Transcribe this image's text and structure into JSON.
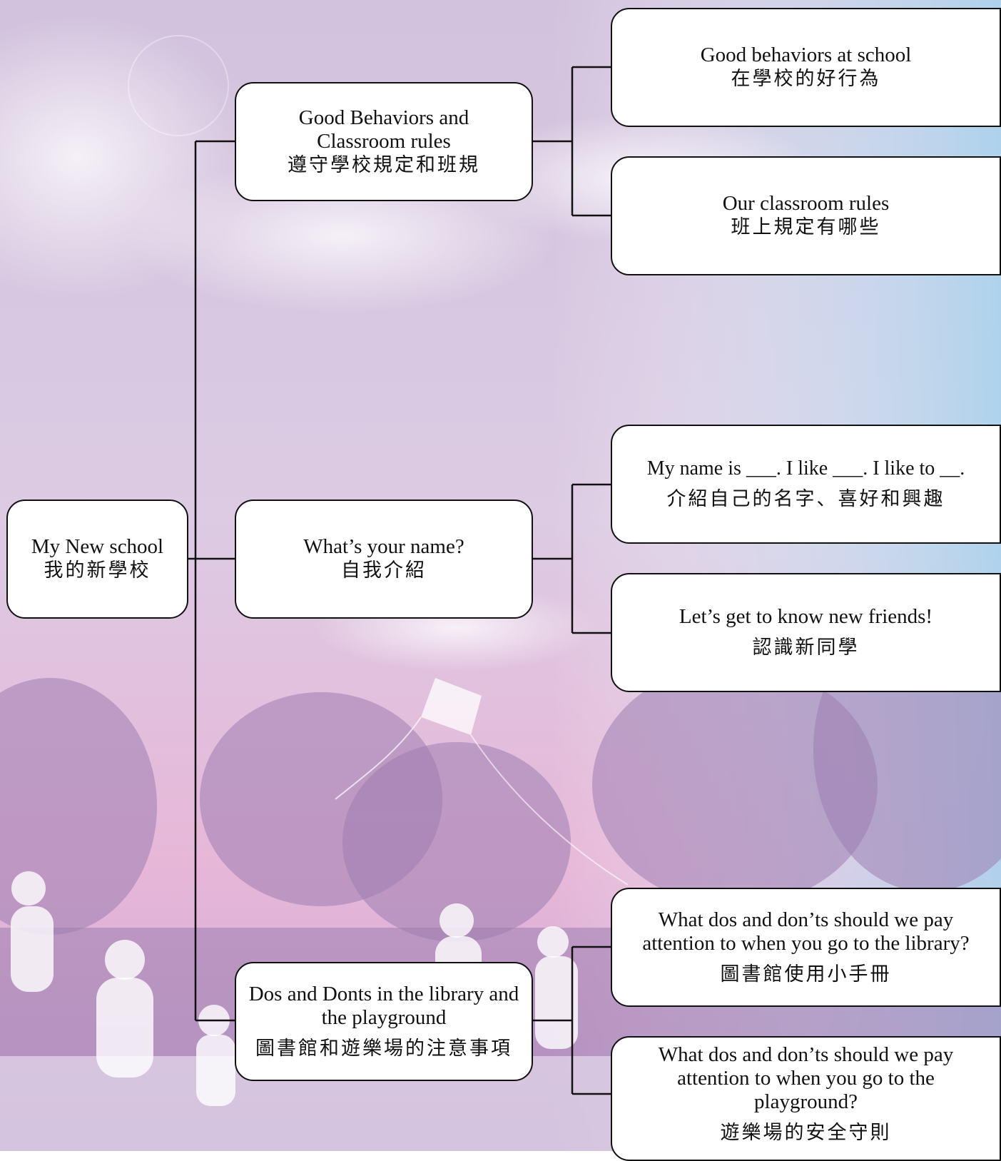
{
  "diagram": {
    "root": {
      "en": "My New school",
      "zh": "我的新學校"
    },
    "branches": [
      {
        "en": "Good Behaviors and Classroom rules",
        "zh": "遵守學校規定和班規",
        "children": [
          {
            "en": "Good behaviors at school",
            "zh": "在學校的好行為"
          },
          {
            "en": "Our classroom rules",
            "zh": "班上規定有哪些"
          }
        ]
      },
      {
        "en": "What’s your name?",
        "zh": "自我介紹",
        "children": [
          {
            "en": "My name is ___. I like ___. I like to __.",
            "zh": "介紹自己的名字、喜好和興趣"
          },
          {
            "en": "Let’s get to know new friends!",
            "zh": "認識新同學"
          }
        ]
      },
      {
        "en": "Dos and Donts in the library and the playground",
        "zh": "圖書館和遊樂場的注意事項",
        "children": [
          {
            "en": "What dos and don’ts should we pay attention to when you go to the library?",
            "zh": "圖書館使用小手冊"
          },
          {
            "en": "What dos and don’ts should we pay attention to when you go to the playground?",
            "zh": "遊樂場的安全守則"
          }
        ]
      }
    ]
  },
  "colors": {
    "line": "#111111",
    "box_fill": "#ffffff",
    "sky_top": "#c9b6d8",
    "sky_bottom": "#e7b5d6",
    "sky_right": "#a9d6ec"
  }
}
